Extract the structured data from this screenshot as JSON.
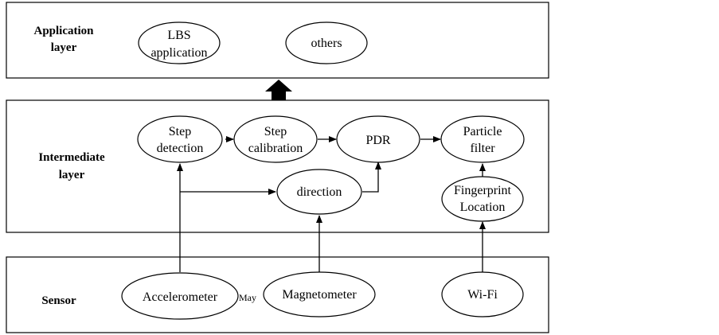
{
  "layers": {
    "application": {
      "line1": "Application",
      "line2": "layer"
    },
    "intermediate": {
      "line1": "Intermediate",
      "line2": "layer"
    },
    "sensor": {
      "line1": "Sensor"
    }
  },
  "nodes": {
    "lbs": {
      "line1": "LBS",
      "line2": "application"
    },
    "others": {
      "line1": "others"
    },
    "step_detection": {
      "line1": "Step",
      "line2": "detection"
    },
    "step_calibration": {
      "line1": "Step",
      "line2": "calibration"
    },
    "pdr": {
      "line1": "PDR"
    },
    "particle_filter": {
      "line1": "Particle",
      "line2": "filter"
    },
    "direction": {
      "line1": "direction"
    },
    "fingerprint": {
      "line1": "Fingerprint",
      "line2": "Location"
    },
    "accelerometer": {
      "line1": "Accelerometer"
    },
    "magnetometer": {
      "line1": "Magnetometer"
    },
    "wifi": {
      "line1": "Wi-Fi"
    }
  },
  "watermark": "May"
}
